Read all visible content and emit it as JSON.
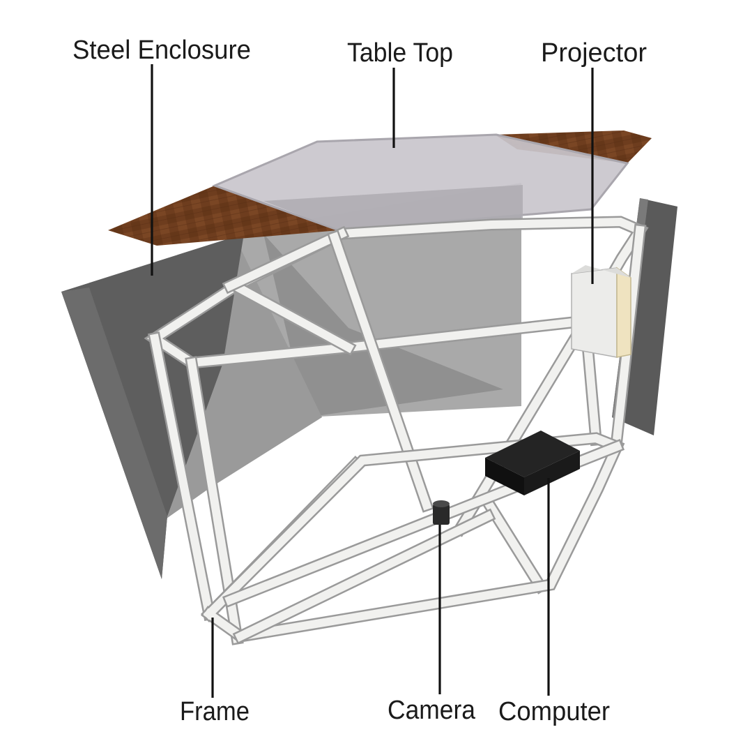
{
  "diagram": {
    "labels": {
      "steel_enclosure": "Steel Enclosure",
      "table_top": "Table Top",
      "projector": "Projector",
      "frame": "Frame",
      "camera": "Camera",
      "computer": "Computer"
    },
    "colors": {
      "wood": "#6e3d1e",
      "steel_dark": "#5e5e5e",
      "steel_mid": "#8c8c8c",
      "steel_light": "#a9a9a9",
      "glass": "#c9c6cc",
      "frame_beam": "#f1f1ef",
      "computer": "#151515",
      "projector_body": "#ececea",
      "projector_side": "#efe3c0"
    }
  }
}
